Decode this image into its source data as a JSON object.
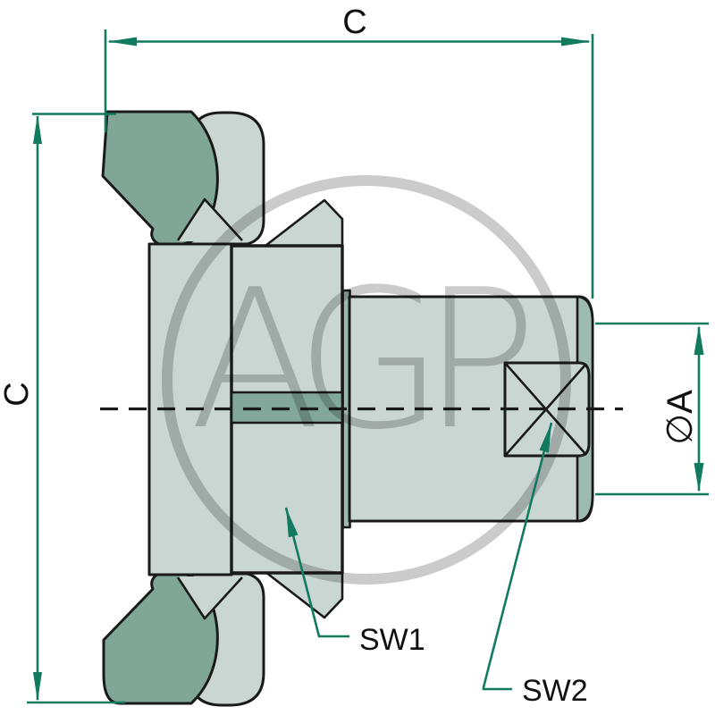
{
  "drawing": {
    "title": "wing-nut-fitting-technical-drawing",
    "dimensions": {
      "overall_length_label": "C",
      "overall_height_label": "C",
      "end_diameter_label": "∅A"
    },
    "part_labels": {
      "hex_wrench_size": "SW1",
      "end_wrench_size": "SW2"
    },
    "watermark": "AGP",
    "colors": {
      "body_light": "#c9d6d1",
      "wing_dark": "#7fa697",
      "bore_band": "#82a89b",
      "flange_ring": "#9cb7ac",
      "end_face": "#9dbbaf",
      "outline": "#1a1a1a",
      "dimension": "#127a5f",
      "label_text": "#111111",
      "watermark": "#cbcbcb"
    }
  }
}
